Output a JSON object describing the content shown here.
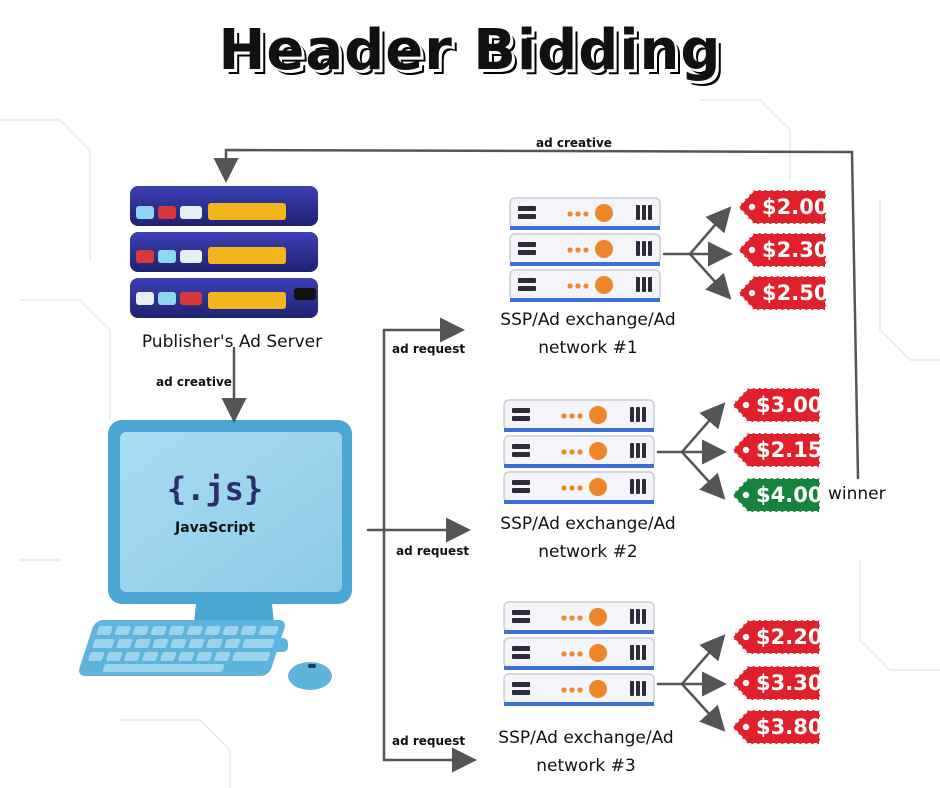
{
  "title": "Header Bidding",
  "publisher": {
    "label": "Publisher's Ad Server"
  },
  "browser": {
    "logo": "{.js}",
    "logo_caption": "JavaScript"
  },
  "flow_labels": {
    "ad_creative_top": "ad creative",
    "ad_creative_side": "ad creative",
    "ad_request": "ad request"
  },
  "networks": [
    {
      "line1": "SSP/Ad exchange/Ad",
      "line2": "network #1",
      "bids": [
        "$2.00",
        "$2.30",
        "$2.50"
      ]
    },
    {
      "line1": "SSP/Ad exchange/Ad",
      "line2": "network #2",
      "bids": [
        "$3.00",
        "$2.15",
        "$4.00"
      ]
    },
    {
      "line1": "SSP/Ad exchange/Ad",
      "line2": "network #3",
      "bids": [
        "$2.20",
        "$3.30",
        "$3.80"
      ]
    }
  ],
  "winner": {
    "label": "winner",
    "network": 2,
    "bid": "$4.00"
  },
  "colors": {
    "bid_tag": "#e0202a",
    "winner_tag": "#17823b",
    "arrow": "#555555",
    "server_navy": "#2c2f8f",
    "monitor": "#6cc3e6"
  },
  "icons": [
    "server-rack-icon",
    "computer-icon",
    "server-icon",
    "price-tag-icon"
  ]
}
